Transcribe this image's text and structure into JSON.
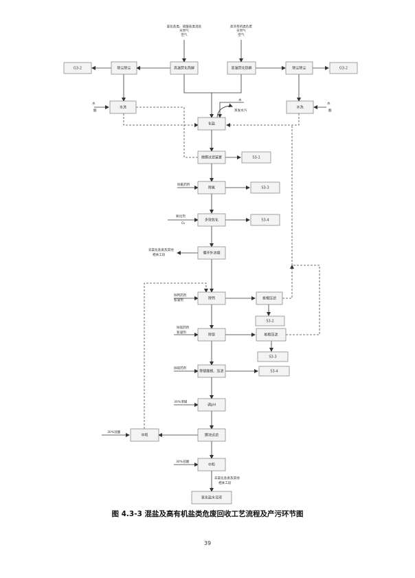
{
  "inputs": {
    "left": [
      "氯化盐类、硫酸盐类混盐",
      "天然气",
      "空气"
    ],
    "right": [
      "高浓有机类危废",
      "天然气",
      "空气"
    ],
    "water_top": "水",
    "vapor": "蒸发水汽",
    "water_left": [
      "水",
      "酸"
    ],
    "water_right": [
      "水",
      "酸"
    ],
    "remove_fluoride_agent": "除氟药剂",
    "oxidant": [
      "氧化剂",
      "O₂"
    ],
    "remove_calcium_agents": [
      "除钙药剂",
      "絮凝剂"
    ],
    "remove_mag_agents": [
      "除镁药剂",
      "絮凝剂"
    ],
    "remove_sulfate_agent": "除硫药剂",
    "alkali": "30%液碱",
    "hcl_neutral": "30%盐酸",
    "hcl_final": "30%盐酸"
  },
  "boxes": {
    "pyro_left": "高温焚化热解",
    "pyro_right": "高温焚化热解",
    "dedust_left": "除尘除尘",
    "dedust_right": "除尘除尘",
    "g3_left": "G3-2",
    "g3_right": "G3-2",
    "wash_left": "水洗",
    "wash_right": "水洗",
    "dissolve": "化盐",
    "filter": "微膜过滤装置",
    "s3_1": "S3-1",
    "defluoride": "除氟",
    "s3_3a": "S3-3",
    "multi_ox": "多效氧化",
    "s3_4a": "S3-4",
    "evaporator": "循环外浓缩",
    "decalcium": "除钙",
    "plate_press_1": "板框压滤",
    "s3_2": "S3-2",
    "demag": "除镁",
    "plate_press_2": "板框压滤",
    "s3_3b": "S3-3",
    "desulfate": "除硫酸根、压滤",
    "s3_4b": "S3-4",
    "ph": "调pH",
    "neutralize_left": "中和",
    "membrane": "膜浓过滤",
    "neutralize": "中和",
    "product": "氯化盐水溶液"
  },
  "notes": {
    "evap_out": [
      "去氯化盐类及其他",
      "相关工段"
    ],
    "final_out": [
      "去氯化盐类及其他",
      "相关工段"
    ]
  },
  "caption": "图 4.3-3  混盐及高有机盐类危废回收工艺流程及产污环节图",
  "page_number": "39"
}
